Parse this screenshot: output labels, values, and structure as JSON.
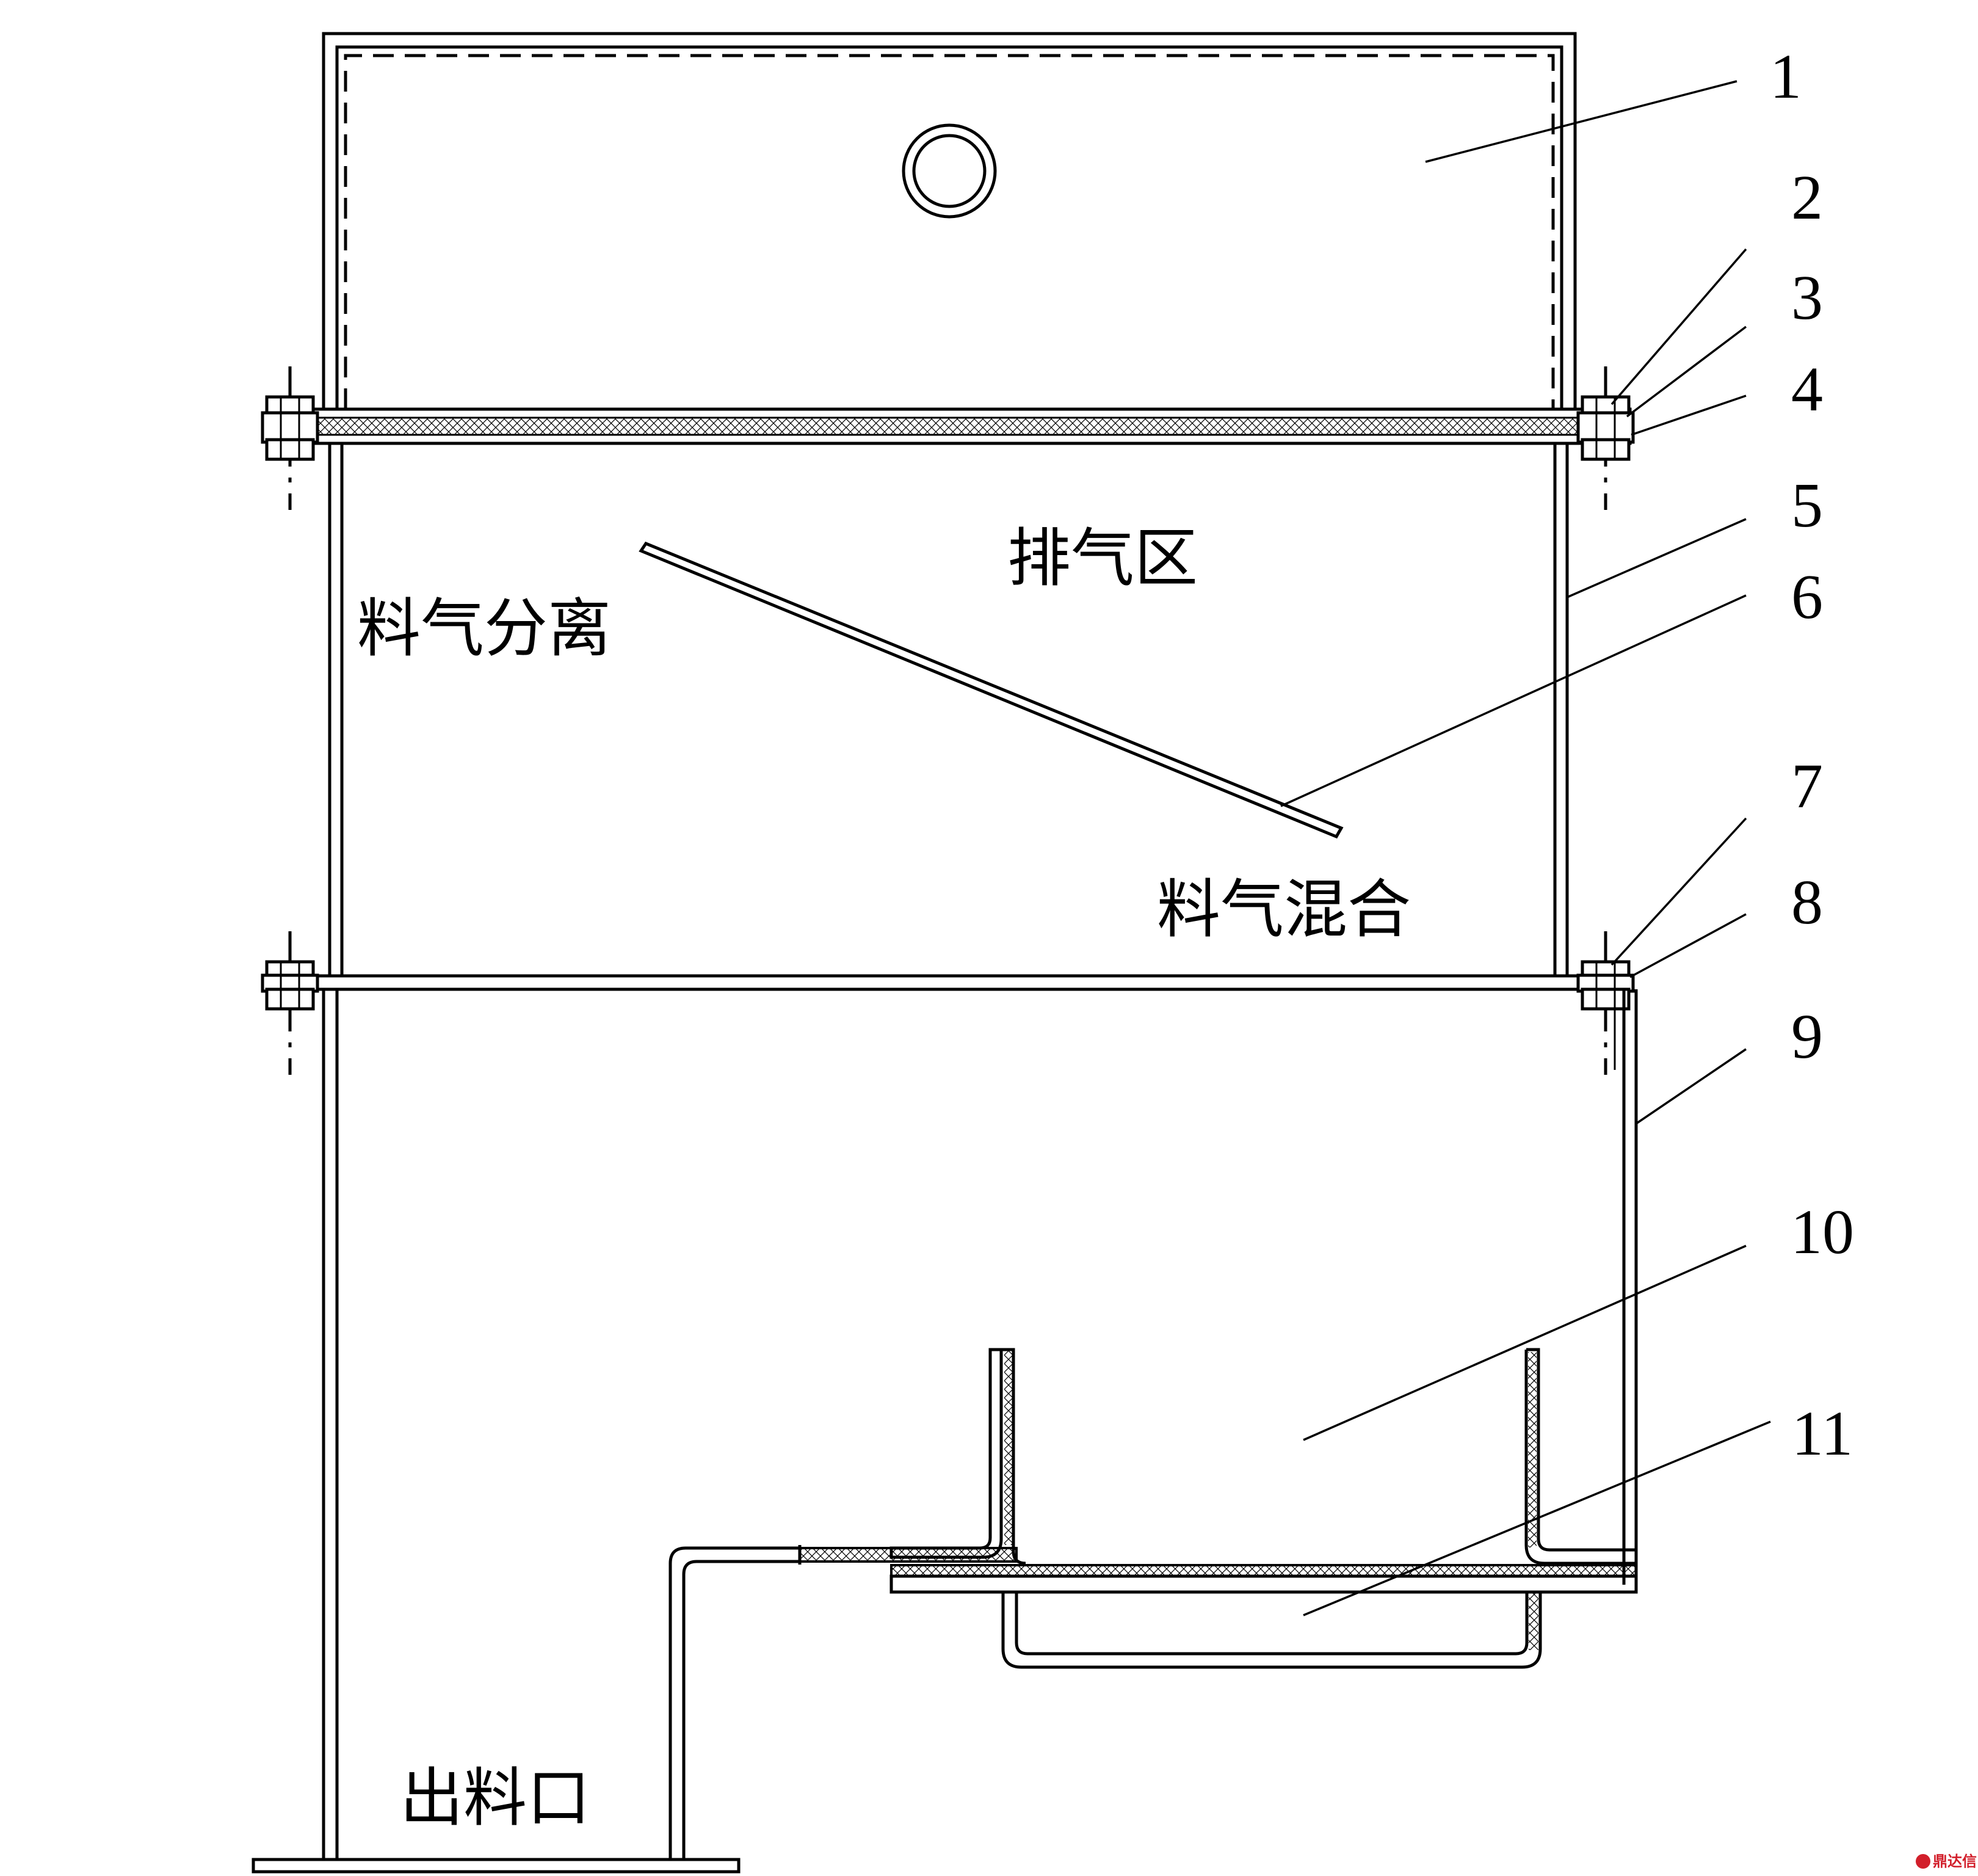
{
  "callouts": [
    {
      "id": "1",
      "label": "1"
    },
    {
      "id": "2",
      "label": "2"
    },
    {
      "id": "3",
      "label": "3"
    },
    {
      "id": "4",
      "label": "4"
    },
    {
      "id": "5",
      "label": "5"
    },
    {
      "id": "6",
      "label": "6"
    },
    {
      "id": "7",
      "label": "7"
    },
    {
      "id": "8",
      "label": "8"
    },
    {
      "id": "9",
      "label": "9"
    },
    {
      "id": "10",
      "label": "10"
    },
    {
      "id": "11",
      "label": "11"
    }
  ],
  "zones": {
    "exhaust": "排气区",
    "separation": "料气分离",
    "mixing": "料气混合",
    "outlet": "出料口"
  },
  "watermark": "鼎达信",
  "colors": {
    "line": "#000000",
    "background": "#ffffff",
    "watermark": "#d21f2b"
  }
}
